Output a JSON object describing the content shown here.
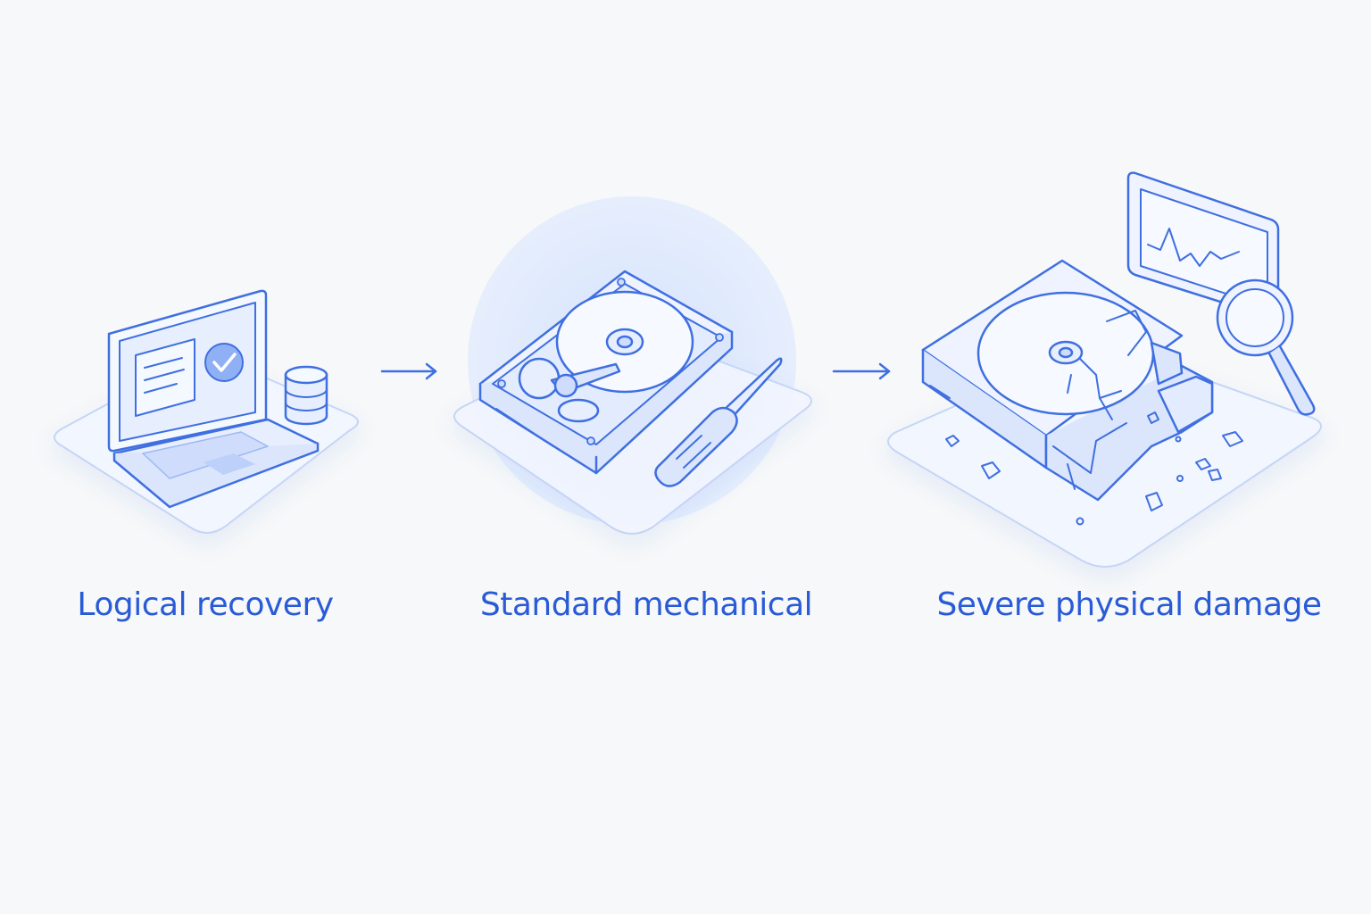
{
  "stages": [
    {
      "label": "Logical recovery",
      "icon": "laptop-with-checkmark-icon"
    },
    {
      "label": "Standard mechanical",
      "icon": "open-hard-drive-with-screwdriver-icon"
    },
    {
      "label": "Severe physical damage",
      "icon": "shattered-hard-drive-with-magnifier-icon"
    }
  ],
  "connectors": [
    "arrow-right-icon",
    "arrow-right-icon"
  ],
  "colors": {
    "background": "#f7f8f9",
    "line": "#3f6fe0",
    "label": "#2a5bd7",
    "fill_light": "#e7efff",
    "fill_mid": "#cfdcfb",
    "halo": "#dde8fd",
    "platform": "#f2f6ff",
    "platform_stroke": "#c5d5f6"
  }
}
